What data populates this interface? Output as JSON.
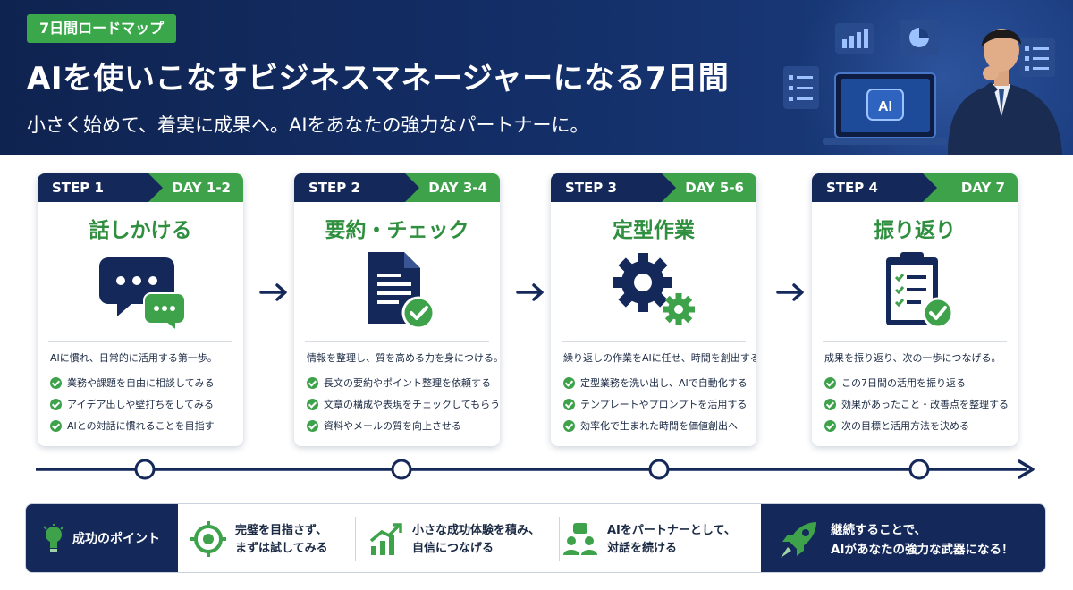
{
  "header": {
    "badge": "7日間ロードマップ",
    "title": "AIを使いこなすビジネスマネージャーになる7日間",
    "subtitle": "小さく始めて、着実に成果へ。AIをあなたの強力なパートナーに。",
    "laptop_label": "AI"
  },
  "steps": [
    {
      "step": "STEP 1",
      "day": "DAY 1-2",
      "title": "話しかける",
      "icon": "chat-bubbles-icon",
      "lead": "AIに慣れ、日常的に活用する第一歩。",
      "items": [
        "業務や課題を自由に相談してみる",
        "アイデア出しや壁打ちをしてみる",
        "AIとの対話に慣れることを目指す"
      ]
    },
    {
      "step": "STEP 2",
      "day": "DAY 3-4",
      "title": "要約・チェック",
      "icon": "document-check-icon",
      "lead": "情報を整理し、質を高める力を身につける。",
      "items": [
        "長文の要約やポイント整理を依頼する",
        "文章の構成や表現をチェックしてもらう",
        "資料やメールの質を向上させる"
      ]
    },
    {
      "step": "STEP 3",
      "day": "DAY 5-6",
      "title": "定型作業",
      "icon": "gears-icon",
      "lead": "繰り返しの作業をAIに任せ、時間を創出する。",
      "items": [
        "定型業務を洗い出し、AIで自動化する",
        "テンプレートやプロンプトを活用する",
        "効率化で生まれた時間を価値創出へ"
      ]
    },
    {
      "step": "STEP 4",
      "day": "DAY 7",
      "title": "振り返り",
      "icon": "clipboard-check-icon",
      "lead": "成果を振り返り、次の一歩につなげる。",
      "items": [
        "この7日間の活用を振り返る",
        "効果があったこと・改善点を整理する",
        "次の目標と活用方法を決める"
      ]
    }
  ],
  "tips": {
    "label": "成功のポイント",
    "items": [
      {
        "line1": "完璧を目指さず、",
        "line2": "まずは試してみる",
        "icon": "target-icon"
      },
      {
        "line1": "小さな成功体験を積み、",
        "line2": "自信につなげる",
        "icon": "growth-chart-icon"
      },
      {
        "line1": "AIをパートナーとして、",
        "line2": "対話を続ける",
        "icon": "partners-icon"
      }
    ],
    "final": {
      "line1": "継続することで、",
      "line2": "AIがあなたの強力な武器になる！",
      "icon": "rocket-icon"
    }
  },
  "colors": {
    "navy": "#14285a",
    "green": "#3ea24b",
    "title_green": "#2f8f3f"
  }
}
